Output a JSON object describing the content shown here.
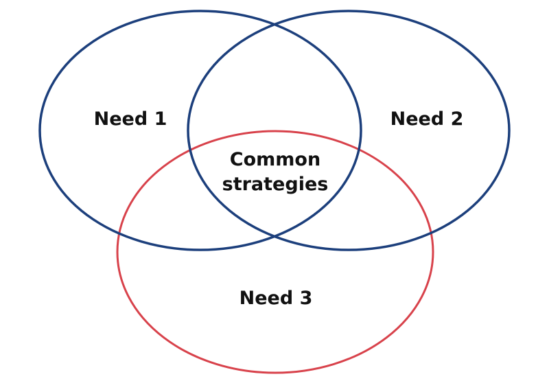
{
  "diagram": {
    "sets": [
      {
        "label": "Need 1",
        "color": "#1c3f7c"
      },
      {
        "label": "Need 2",
        "color": "#1c3f7c"
      },
      {
        "label": "Need 3",
        "color": "#d8424b"
      }
    ],
    "intersection": {
      "line1": "Common",
      "line2": "strategies"
    },
    "label_color": "#111111"
  }
}
